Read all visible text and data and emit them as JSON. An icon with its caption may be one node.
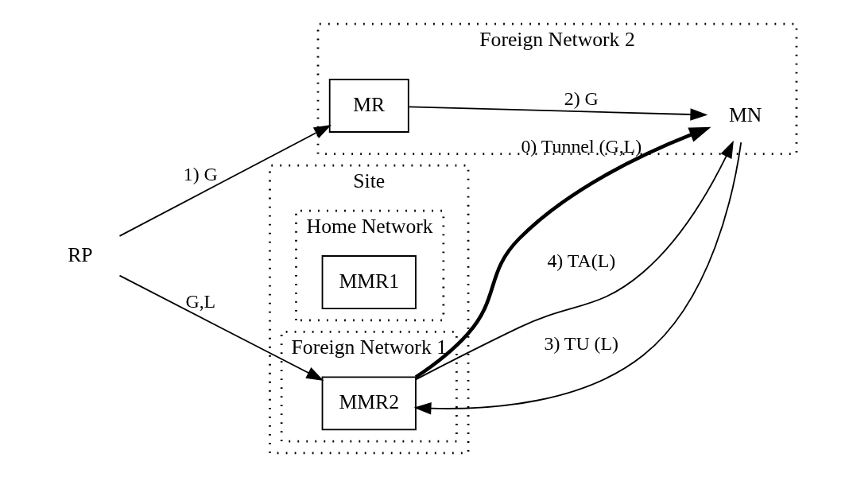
{
  "diagram": {
    "nodes": [
      {
        "text": [
          "RP"
        ]
      },
      {
        "text": [
          "Site"
        ]
      },
      {
        "text": [
          "Home Network"
        ],
        "in": 1
      },
      {
        "text": [
          "MMR1"
        ],
        "in": 2
      },
      {
        "text": [
          "Foreign Network 1"
        ],
        "in": 1
      },
      {
        "text": [
          "MMR2"
        ],
        "in": 4
      },
      {
        "text": [
          "Foreign Network 2"
        ]
      },
      {
        "text": [
          "MR"
        ],
        "in": 6
      },
      {
        "text": [
          "MN"
        ],
        "in": 6
      }
    ],
    "edges": [
      {
        "from": 0,
        "to": 5,
        "arrow": "to",
        "label": "G,L"
      },
      {
        "from": 0,
        "to": 7,
        "arrow": "to",
        "label": "1) G"
      },
      {
        "from": 7,
        "to": 8,
        "arrow": "to",
        "label": "2) G"
      },
      {
        "from": 5,
        "to": 8,
        "arrow": "to",
        "label": "0) Tunnel (G,L)",
        "style": "thick"
      },
      {
        "from": 8,
        "to": 5,
        "arrow": "to",
        "label": "3) TU (L)"
      },
      {
        "from": 5,
        "to": 8,
        "arrow": "to",
        "label": "4) TA(L)"
      }
    ]
  }
}
